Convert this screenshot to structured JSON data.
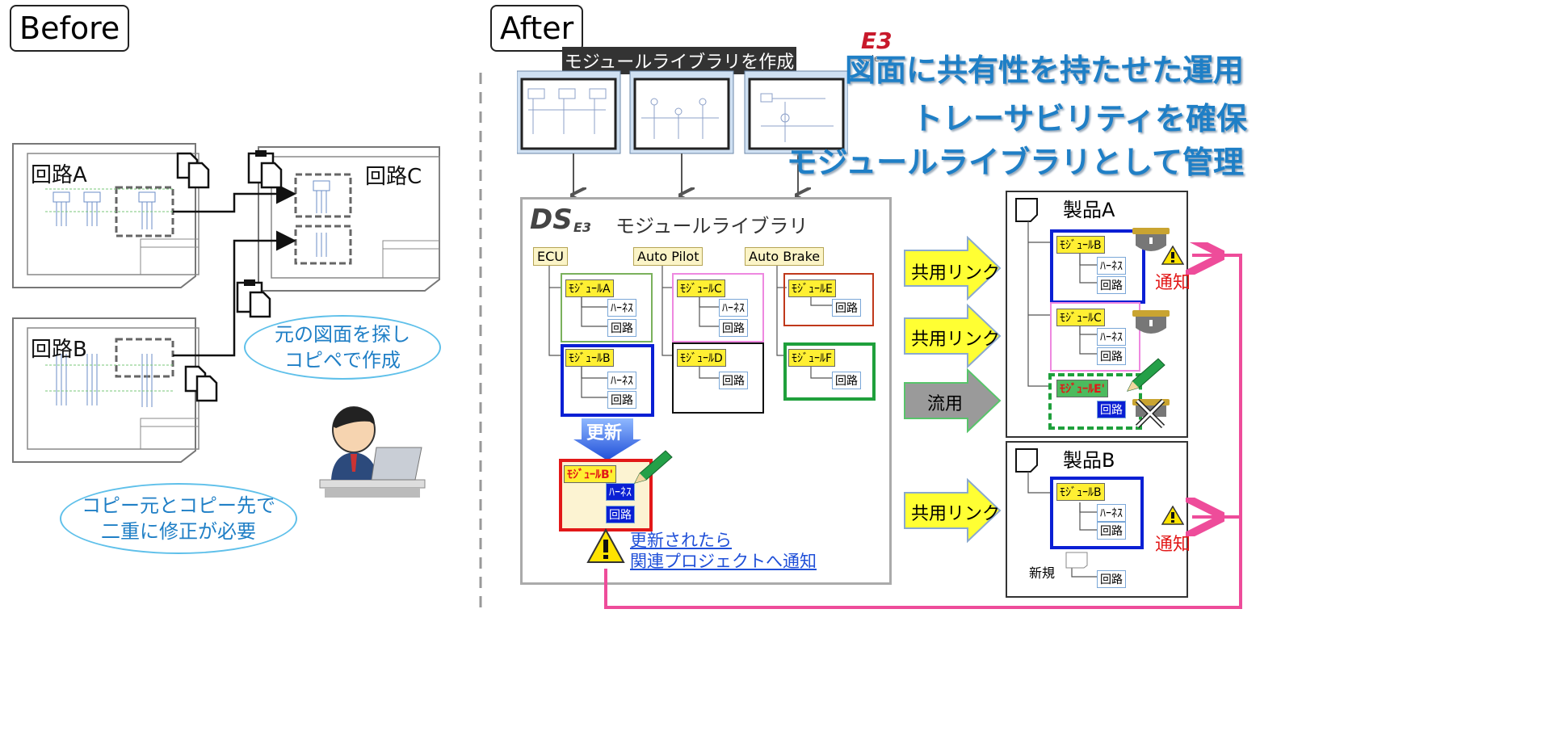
{
  "labels": {
    "before": "Before",
    "after": "After",
    "circuit_a": "回路A",
    "circuit_b": "回路B",
    "circuit_c": "回路C",
    "bubble1_l1": "元の図面を探し",
    "bubble1_l2": "コピペで作成",
    "bubble2_l1": "コピー元とコピー先で",
    "bubble2_l2": "二重に修正が必要",
    "create_lib": "モジュールライブラリを作成",
    "series": "series",
    "head1": "図面に共有性を持たせた運用",
    "head2": "トレーサビリティを確保",
    "head3": "モジュールライブラリとして管理",
    "library_title": "モジュールライブラリ",
    "ds_logo": "DS",
    "e3_logo": "E3",
    "folder_ecu": "ECU",
    "folder_autopilot": "Auto Pilot",
    "folder_autobrake": "Auto Brake",
    "update": "更新",
    "notify_l1": "更新されたら",
    "notify_l2": "関連プロジェクトへ通知",
    "shared_link": "共用リンク",
    "reuse": "流用",
    "product_a": "製品A",
    "product_b": "製品B",
    "notify": "通知",
    "new": "新規"
  },
  "modules": {
    "a": "ﾓｼﾞｭｰﾙA",
    "b": "ﾓｼﾞｭｰﾙB",
    "b_prime": "ﾓｼﾞｭｰﾙB'",
    "c": "ﾓｼﾞｭｰﾙC",
    "d": "ﾓｼﾞｭｰﾙD",
    "e": "ﾓｼﾞｭｰﾙE",
    "e_prime": "ﾓｼﾞｭｰﾙE'",
    "f": "ﾓｼﾞｭｰﾙF",
    "harness": "ﾊｰﾈｽ",
    "circuit": "回路"
  },
  "colors": {
    "accent_blue": "#1f7fc6",
    "pink_line": "#ee4c9a",
    "yellow_arrow": "#ffff33",
    "red": "#ee1111"
  }
}
